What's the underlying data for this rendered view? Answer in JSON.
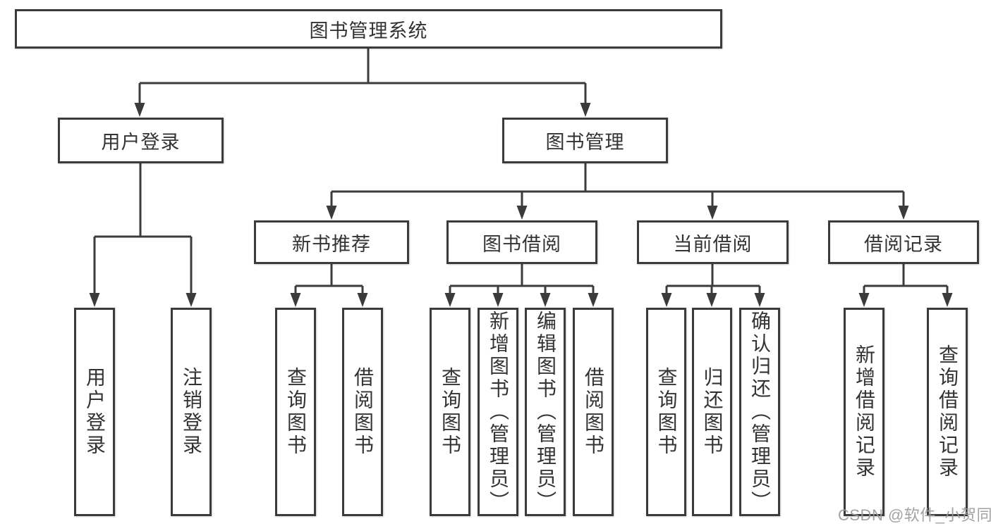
{
  "colors": {
    "line": "#3b3b3b",
    "box_border": "#3b3b3b",
    "text": "#333333",
    "watermark_gray": "#9b9b9b",
    "background": "#ffffff"
  },
  "watermark": {
    "text": "CSDN @软件_小贺同学"
  },
  "tree": {
    "root": "图书管理系统",
    "login": {
      "label": "用户登录",
      "children": [
        "用户登录",
        "注销登录"
      ]
    },
    "manage": {
      "label": "图书管理",
      "groups": [
        {
          "label": "新书推荐",
          "children": [
            "查询图书",
            "借阅图书"
          ]
        },
        {
          "label": "图书借阅",
          "children": [
            "查询图书",
            "新增图书（管理员）",
            "编辑图书（管理员）",
            "借阅图书"
          ]
        },
        {
          "label": "当前借阅",
          "children": [
            "查询图书",
            "归还图书",
            "确认归还（管理员）"
          ]
        },
        {
          "label": "借阅记录",
          "children": [
            "新增借阅记录",
            "查询借阅记录"
          ]
        }
      ]
    }
  }
}
